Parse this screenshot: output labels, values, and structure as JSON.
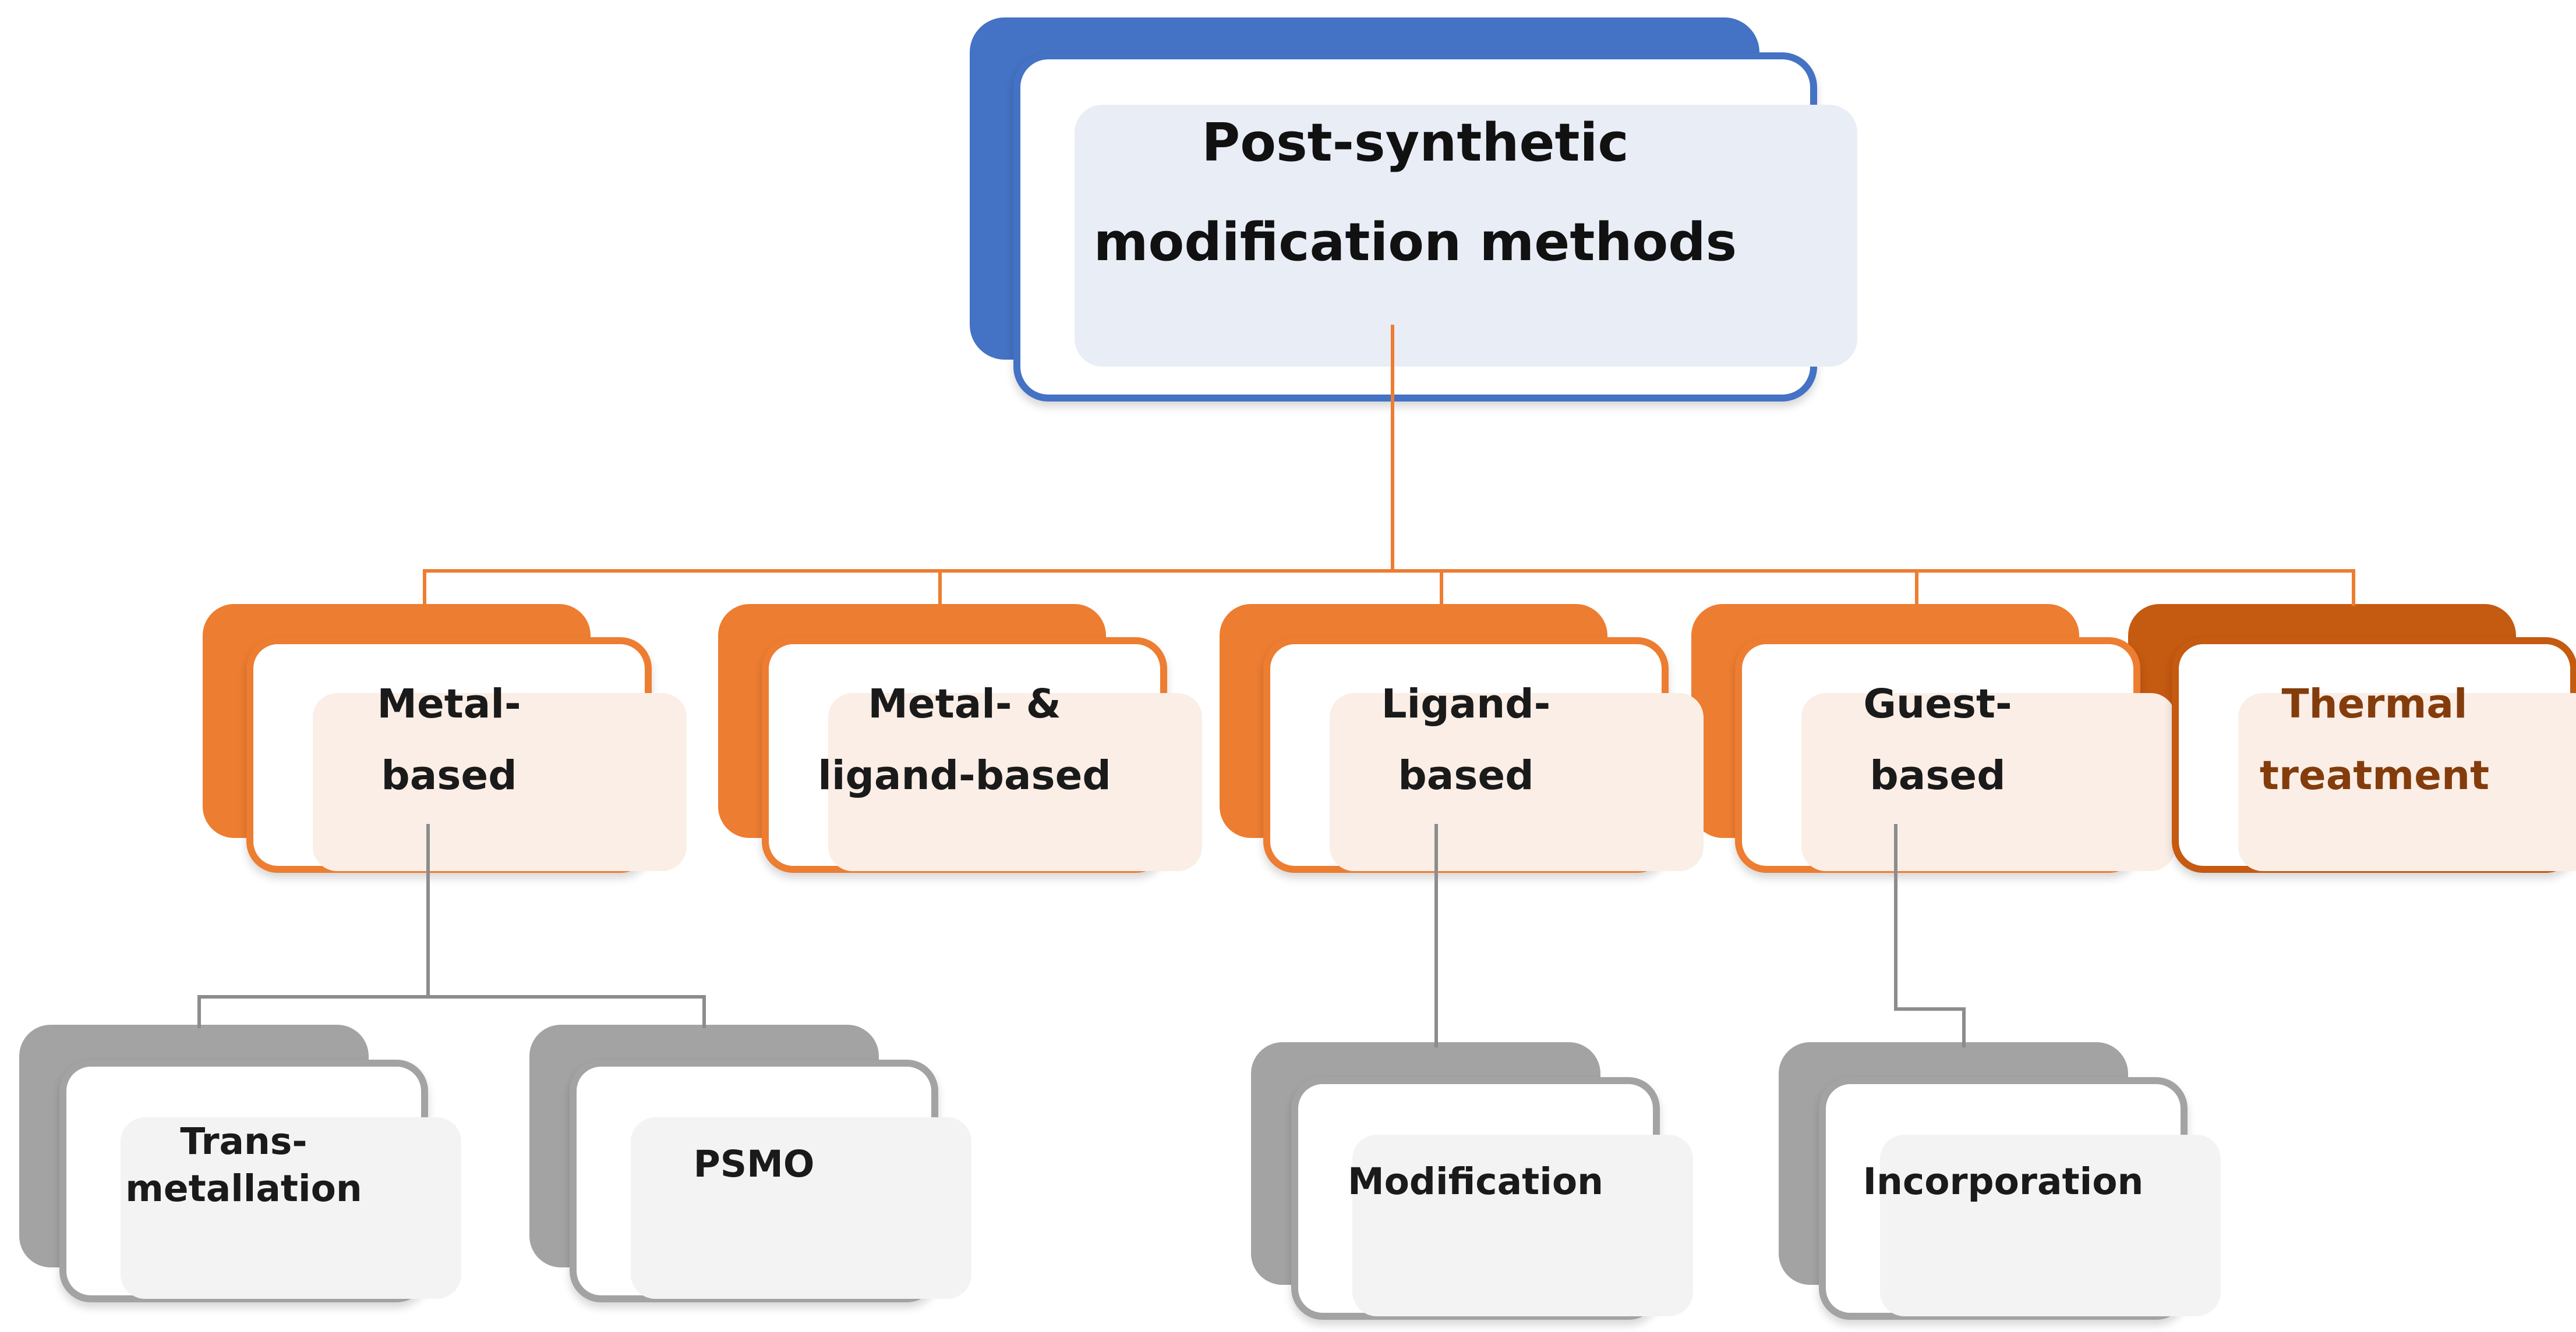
{
  "diagram": {
    "root": {
      "label": "Post-synthetic modification methods",
      "lines": [
        "Post-synthetic",
        "modification methods"
      ]
    },
    "level2": [
      {
        "id": "metal-based",
        "label": "Metal-based",
        "lines": [
          "Metal-",
          "based"
        ]
      },
      {
        "id": "metal-ligand-based",
        "label": "Metal- & ligand-based",
        "lines": [
          "Metal- &",
          "ligand-based"
        ]
      },
      {
        "id": "ligand-based",
        "label": "Ligand-based",
        "lines": [
          "Ligand-",
          "based"
        ]
      },
      {
        "id": "guest-based",
        "label": "Guest-based",
        "lines": [
          "Guest-",
          "based"
        ]
      },
      {
        "id": "thermal-treatment",
        "label": "Thermal treatment",
        "lines": [
          "Thermal",
          "treatment"
        ]
      }
    ],
    "level3": [
      {
        "id": "trans-metallation",
        "label": "Trans-metallation",
        "lines": [
          "Trans-",
          "metallation"
        ],
        "parent": "metal-based"
      },
      {
        "id": "psmo",
        "label": "PSMO",
        "lines": [
          "PSMO",
          ""
        ],
        "parent": "metal-based"
      },
      {
        "id": "modification",
        "label": "Modification",
        "lines": [
          "Modification",
          ""
        ],
        "parent": "ligand-based"
      },
      {
        "id": "incorporation",
        "label": "Incorporation",
        "lines": [
          "Incorporation",
          ""
        ],
        "parent": "guest-based"
      }
    ],
    "colors": {
      "blue": "#4472C4",
      "blue-tint": "#E9EDF6",
      "orange": "#ED7D31",
      "orange-tint": "#FAEEE6",
      "dark-orange": "#C55A11",
      "dark-orange-text": "#843C0C",
      "gray": "#A3A3A3",
      "gray-tint": "#F3F3F3",
      "connector-gray": "#8C8C8C",
      "text": "#1A1A1A"
    }
  }
}
